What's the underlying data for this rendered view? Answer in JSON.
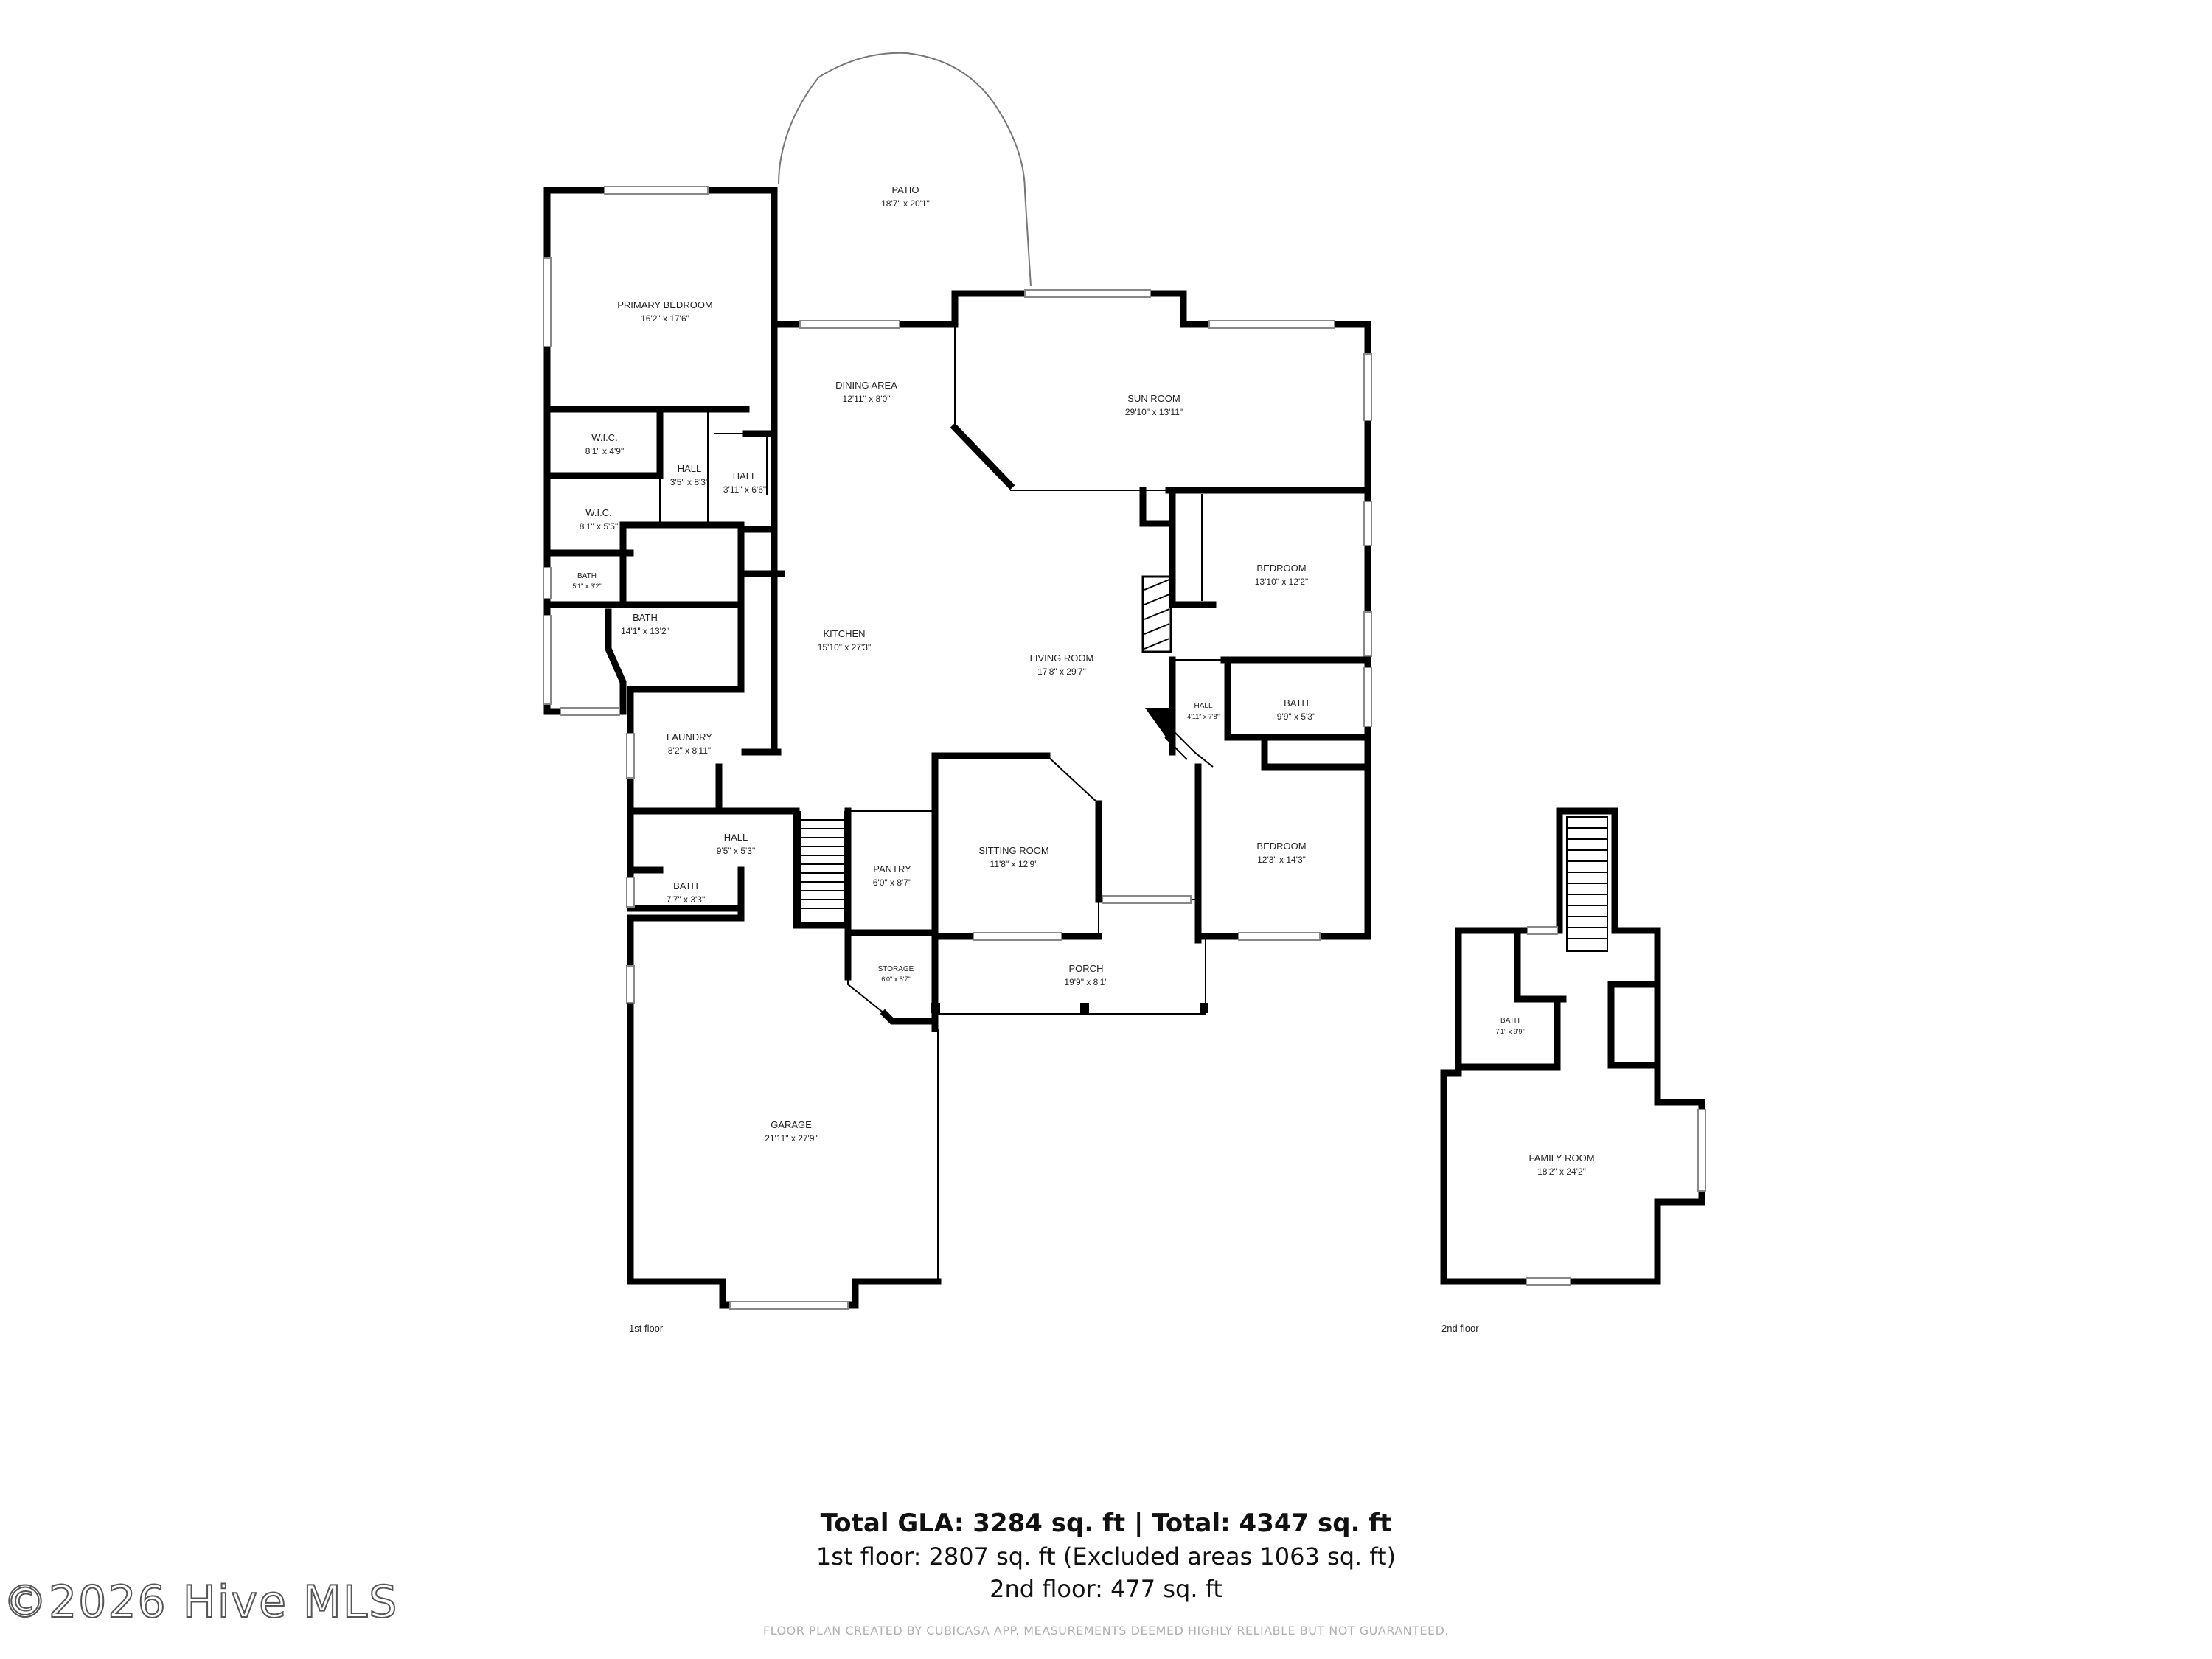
{
  "floor1": {
    "label": "1st floor",
    "rooms": {
      "patio": {
        "name": "PATIO",
        "dims": "18'7\" x 20'1\""
      },
      "primary_bedroom": {
        "name": "PRIMARY BEDROOM",
        "dims": "16'2\" x 17'6\""
      },
      "dining_area": {
        "name": "DINING AREA",
        "dims": "12'11\" x 8'0\""
      },
      "sun_room": {
        "name": "SUN ROOM",
        "dims": "29'10\" x 13'11\""
      },
      "wic_1": {
        "name": "W.I.C.",
        "dims": "8'1\" x 4'9\""
      },
      "hall_1": {
        "name": "HALL",
        "dims": "3'5\" x 8'3\""
      },
      "hall_2": {
        "name": "HALL",
        "dims": "3'11\" x 6'6\""
      },
      "wic_2": {
        "name": "W.I.C.",
        "dims": "8'1\" x 5'5\""
      },
      "bath_small": {
        "name": "BATH",
        "dims": "5'1\" x 3'2\""
      },
      "bath_primary": {
        "name": "BATH",
        "dims": "14'1\" x 13'2\""
      },
      "kitchen": {
        "name": "KITCHEN",
        "dims": "15'10\" x 27'3\""
      },
      "living_room": {
        "name": "LIVING ROOM",
        "dims": "17'8\" x 29'7\""
      },
      "bedroom_1": {
        "name": "BEDROOM",
        "dims": "13'10\" x 12'2\""
      },
      "hall_3": {
        "name": "HALL",
        "dims": "4'11\" x 7'8\""
      },
      "bath_hall": {
        "name": "BATH",
        "dims": "9'9\" x 5'3\""
      },
      "laundry": {
        "name": "LAUNDRY",
        "dims": "8'2\" x 8'11\""
      },
      "hall_4": {
        "name": "HALL",
        "dims": "9'5\" x 5'3\""
      },
      "pantry": {
        "name": "PANTRY",
        "dims": "6'0\" x 8'7\""
      },
      "sitting_room": {
        "name": "SITTING ROOM",
        "dims": "11'8\" x 12'9\""
      },
      "bedroom_2": {
        "name": "BEDROOM",
        "dims": "12'3\" x 14'3\""
      },
      "bath_half": {
        "name": "BATH",
        "dims": "7'7\" x 3'3\""
      },
      "storage": {
        "name": "STORAGE",
        "dims": "6'0\" x 5'7\""
      },
      "porch": {
        "name": "PORCH",
        "dims": "19'9\" x 8'1\""
      },
      "garage": {
        "name": "GARAGE",
        "dims": "21'11\" x 27'9\""
      }
    }
  },
  "floor2": {
    "label": "2nd floor",
    "rooms": {
      "bath": {
        "name": "BATH",
        "dims": "7'1\" x 9'9\""
      },
      "family_room": {
        "name": "FAMILY ROOM",
        "dims": "18'2\" x 24'2\""
      }
    }
  },
  "summary": {
    "total": "Total GLA: 3284 sq. ft | Total: 4347 sq. ft",
    "floor1": "1st floor: 2807 sq. ft (Excluded areas 1063 sq. ft)",
    "floor2": "2nd floor: 477 sq. ft"
  },
  "disclaimer": "FLOOR PLAN CREATED BY CUBICASA APP. MEASUREMENTS DEEMED HIGHLY RELIABLE BUT NOT GUARANTEED.",
  "watermark": "©2026 Hive MLS"
}
